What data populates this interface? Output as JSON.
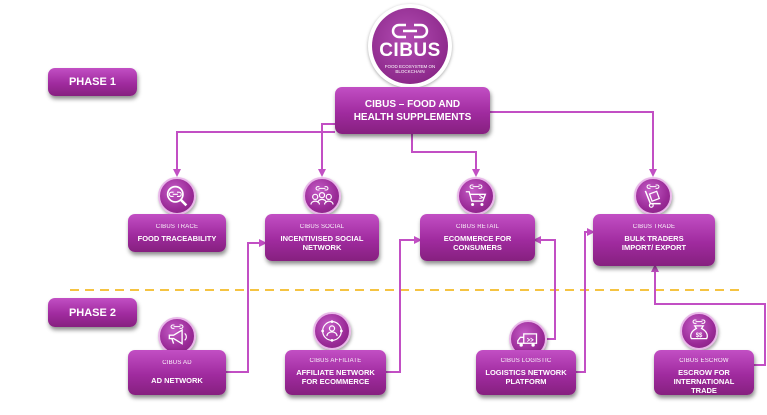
{
  "logo": {
    "text": "CIBUS",
    "ring_text": "FOOD ECOSYSTEM ON BLOCKCHAIN"
  },
  "phases": {
    "phase1": "PHASE 1",
    "phase2": "PHASE 2"
  },
  "main_node": {
    "title": "CIBUS – FOOD AND HEALTH SUPPLEMENTS"
  },
  "phase1_nodes": [
    {
      "small": "CIBUS TRACE",
      "label": "FOOD TRACEABILITY",
      "icon": "magnifier-link-icon"
    },
    {
      "small": "CIBUS SOCIAL",
      "label": "INCENTIVISED SOCIAL NETWORK",
      "icon": "people-network-icon"
    },
    {
      "small": "CIBUS RETAIL",
      "label": "ECOMMERCE FOR CONSUMERS",
      "icon": "shopping-cart-icon"
    },
    {
      "small": "CIBUS TRADE",
      "label": "BULK TRADERS IMPORT/ EXPORT",
      "icon": "hand-truck-icon"
    }
  ],
  "phase2_nodes": [
    {
      "small": "CIBUS AD",
      "label": "AD NETWORK",
      "icon": "megaphone-icon"
    },
    {
      "small": "CIBUS AFFILIATE",
      "label": "AFFILIATE NETWORK FOR ECOMMERCE",
      "icon": "affiliate-person-icon"
    },
    {
      "small": "CIBUS LOGISTIC",
      "label": "LOGISTICS NETWORK PLATFORM",
      "icon": "delivery-truck-icon"
    },
    {
      "small": "CIBUS ESCROW",
      "label": "ESCROW FOR INTERNATIONAL TRADE",
      "icon": "money-bag-icon"
    }
  ],
  "colors": {
    "primary": "#a02b9f",
    "connector": "#c24fc4",
    "divider": "#f5c342"
  }
}
